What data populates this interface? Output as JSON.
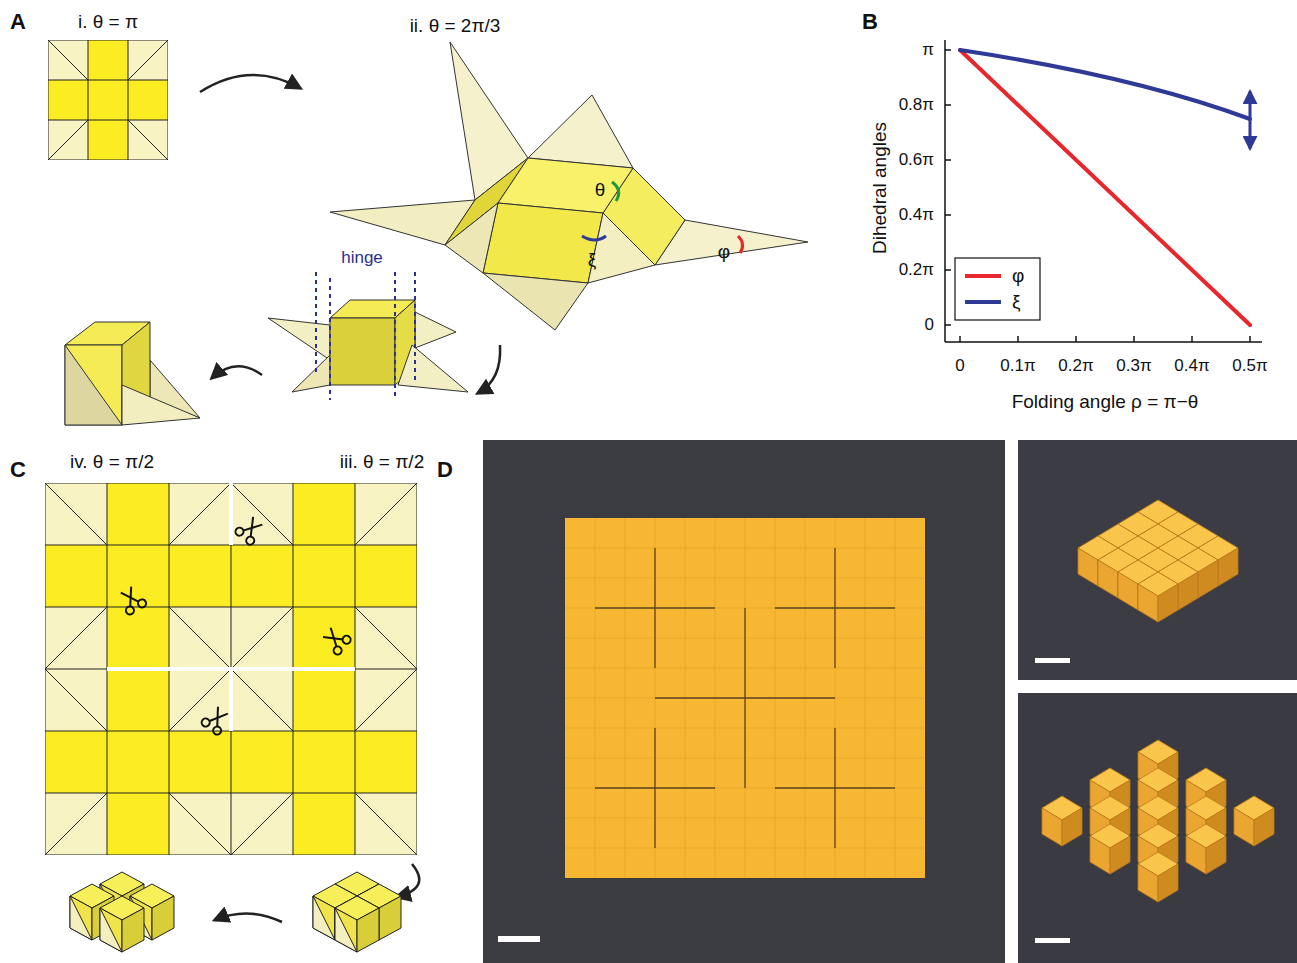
{
  "diagram": {
    "labels": [
      "A",
      "i. θ = π",
      "ii. θ = 2π/3",
      "θ",
      "ξ",
      "φ",
      "hinge",
      "iii. θ = π/2",
      "iv. θ = π/2",
      "B",
      "π",
      "0.8π",
      "0.6π",
      "0.4π",
      "0.2π",
      "0",
      "Dihedral angles",
      "0",
      "0.1π",
      "0.2π",
      "0.3π",
      "0.4π",
      "0.5π",
      "Folding angle ρ = π−θ",
      "C",
      "D"
    ],
    "legend": [
      {
        "text": "φ",
        "color": "#e8262b"
      },
      {
        "text": "ξ",
        "color": "#2f3996"
      }
    ]
  }
}
